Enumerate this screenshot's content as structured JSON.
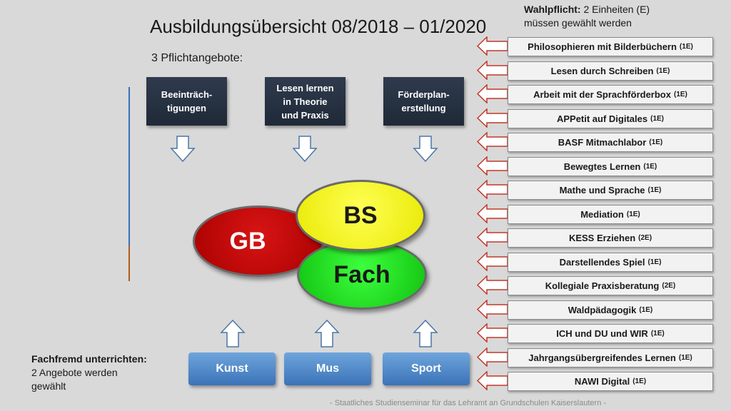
{
  "title": "Ausbildungsübersicht 08/2018 – 01/2020",
  "pflicht_label": "3 Pflichtangebote:",
  "wahlpflicht": {
    "label": "Wahlpflicht:",
    "text1": " 2 Einheiten (E)",
    "text2": "müssen gewählt werden"
  },
  "pflicht_boxes": [
    {
      "line1": "Beeinträch-",
      "line2": "tigungen",
      "line3": ""
    },
    {
      "line1": "Lesen lernen",
      "line2": "in Theorie",
      "line3": "und Praxis"
    },
    {
      "line1": "Förderplan-",
      "line2": "erstellung",
      "line3": ""
    }
  ],
  "ellipses": {
    "gb": "GB",
    "bs": "BS",
    "fach": "Fach"
  },
  "faecher": [
    "Kunst",
    "Mus",
    "Sport"
  ],
  "fachfremd": {
    "label": "Fachfremd unterrichten:",
    "line1": "2 Angebote  werden",
    "line2": "gewählt"
  },
  "wahl_items": [
    {
      "name": "Philosophieren mit Bilderbüchern",
      "units": "(1E)"
    },
    {
      "name": "Lesen durch Schreiben",
      "units": "(1E)"
    },
    {
      "name": "Arbeit mit der Sprachförderbox",
      "units": "(1E)"
    },
    {
      "name": "APPetit auf Digitales",
      "units": "(1E)"
    },
    {
      "name": "BASF Mitmachlabor",
      "units": "(1E)"
    },
    {
      "name": "Bewegtes Lernen",
      "units": "(1E)"
    },
    {
      "name": "Mathe und Sprache",
      "units": "(1E)"
    },
    {
      "name": "Mediation",
      "units": "(1E)"
    },
    {
      "name": "KESS Erziehen",
      "units": "(2E)"
    },
    {
      "name": "Darstellendes Spiel",
      "units": "(1E)"
    },
    {
      "name": "Kollegiale Praxisberatung",
      "units": "(2E)"
    },
    {
      "name": "Waldpädagogik",
      "units": "(1E)"
    },
    {
      "name": "ICH und DU und WIR",
      "units": "(1E)"
    },
    {
      "name": "Jahrgangsübergreifendes Lernen",
      "units": "(1E)"
    },
    {
      "name": "NAWI Digital",
      "units": "(1E)"
    }
  ],
  "footer": "- Staatliches Studienseminar für das Lehramt an Grundschulen Kaiserslautern -"
}
